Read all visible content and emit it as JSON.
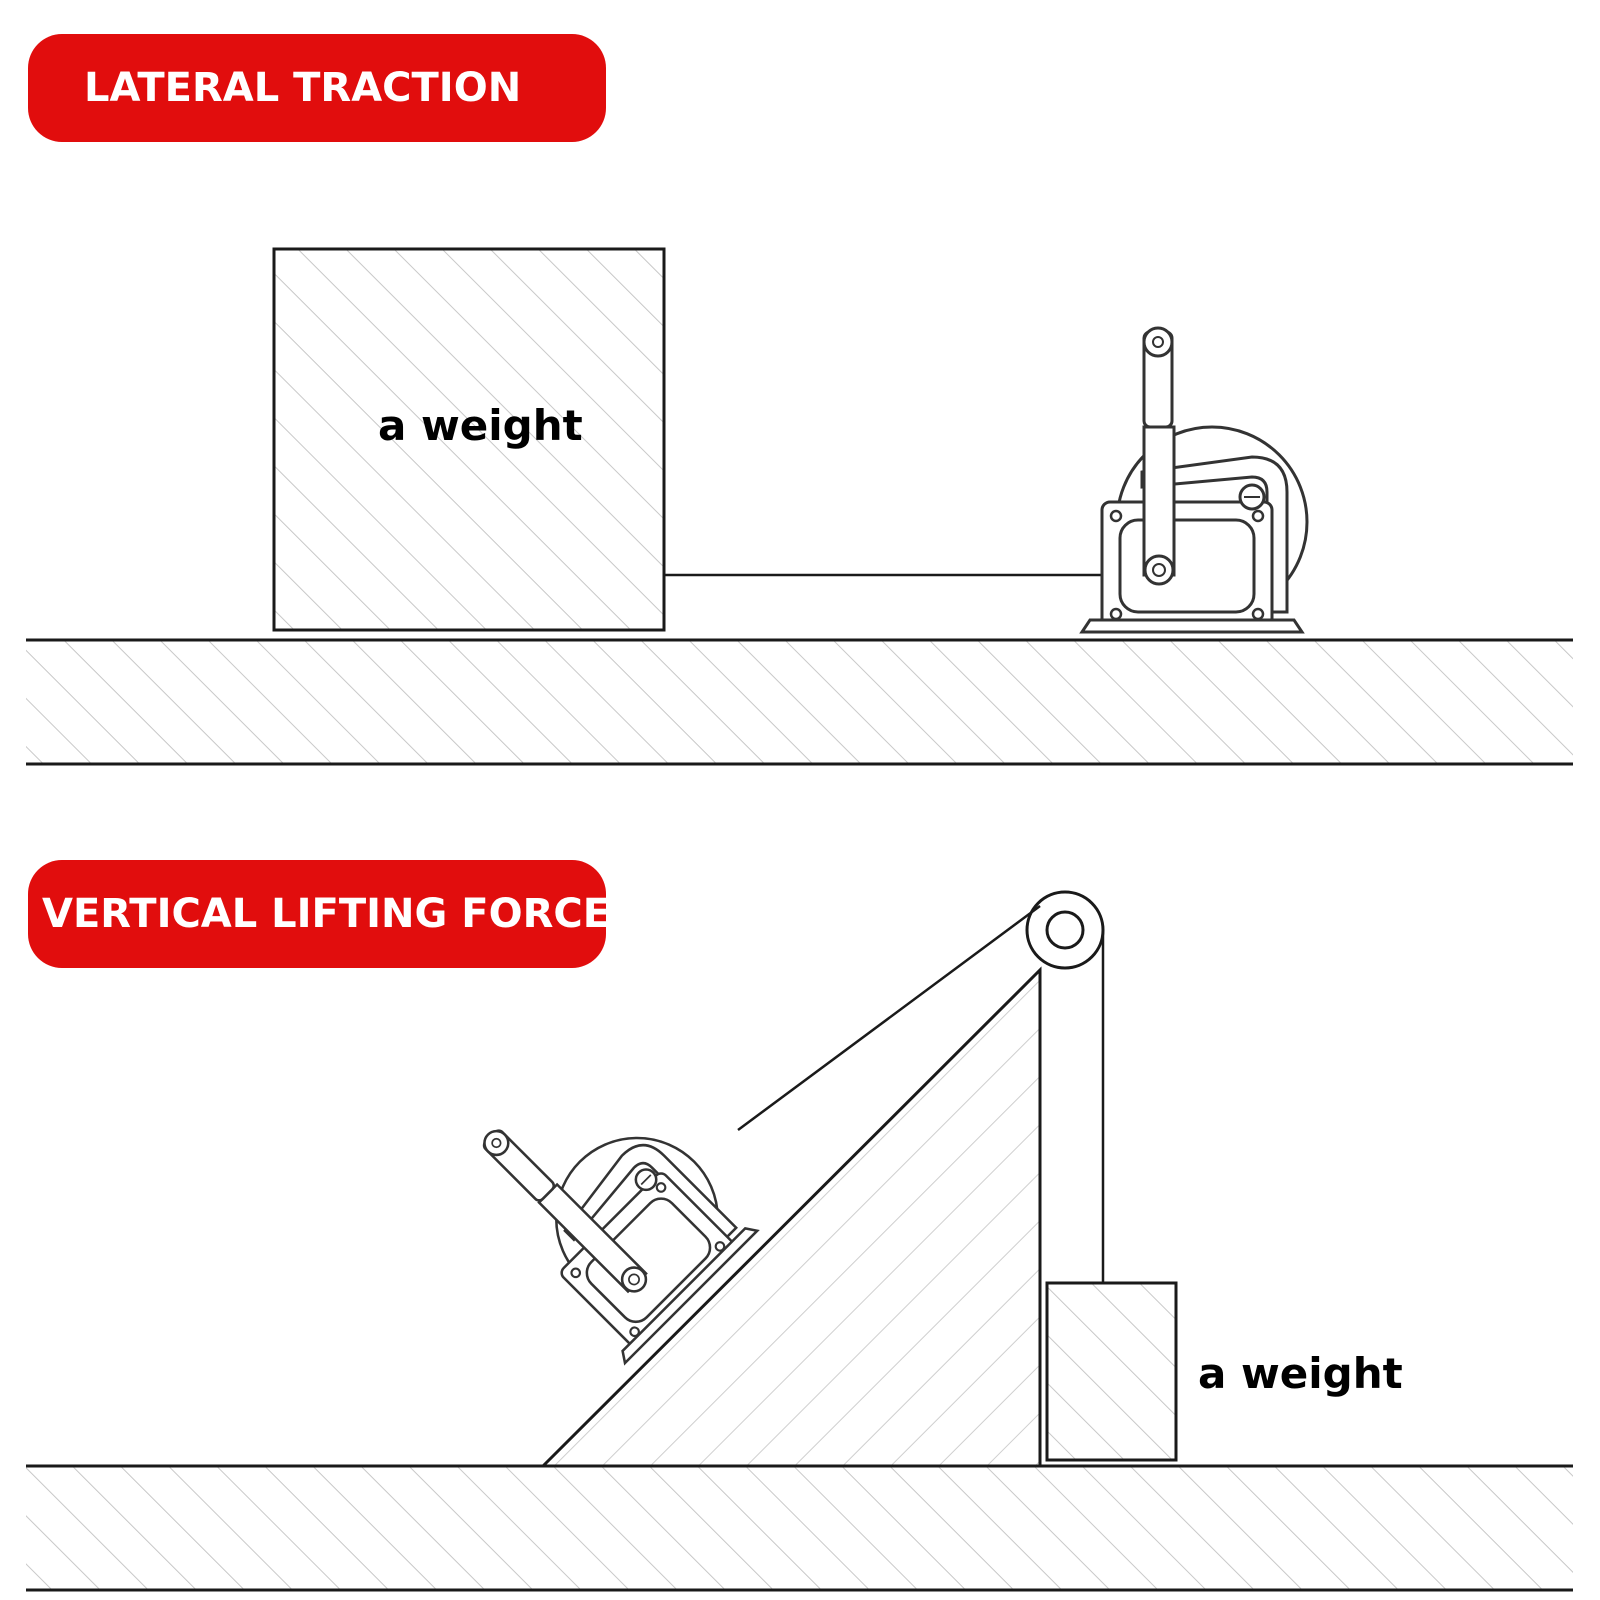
{
  "sections": [
    {
      "heading": "LATERAL TRACTION",
      "label": "a weight"
    },
    {
      "heading": "VERTICAL LIFTING FORCE",
      "label": "a weight"
    }
  ],
  "colors": {
    "badge": "#e10d0d",
    "badge_text": "#ffffff",
    "line": "#1a1a1a",
    "hatch": "#c8c8c8"
  },
  "icons": [
    "hand-winch-icon"
  ]
}
